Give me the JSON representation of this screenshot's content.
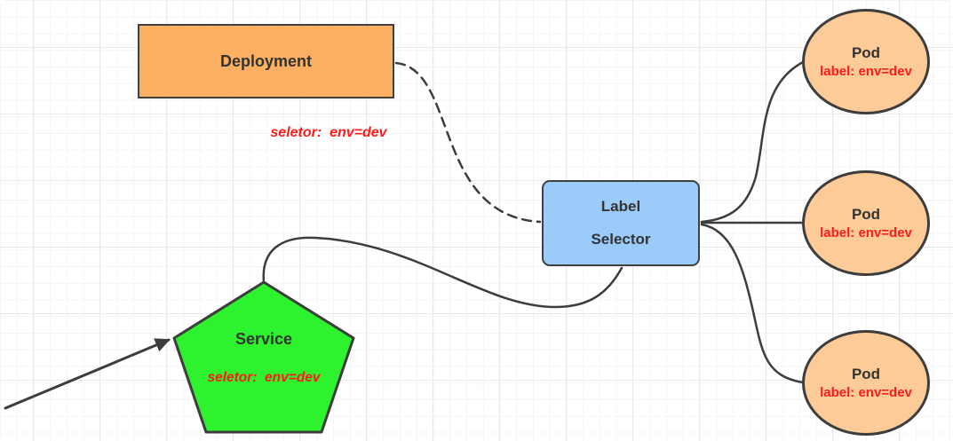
{
  "nodes": {
    "deployment": {
      "label": "Deployment",
      "note": "seletor:  env=dev"
    },
    "label_selector": {
      "line1": "Label",
      "line2": "Selector"
    },
    "service": {
      "label": "Service",
      "note": "seletor:  env=dev"
    },
    "pods": [
      {
        "label": "Pod",
        "sublabel": "label: env=dev"
      },
      {
        "label": "Pod",
        "sublabel": "label: env=dev"
      },
      {
        "label": "Pod",
        "sublabel": "label: env=dev"
      }
    ]
  },
  "edges": [
    {
      "from": "deployment",
      "to": "label-selector",
      "style": "dashed-curve"
    },
    {
      "from": "service",
      "to": "label-selector",
      "style": "solid-curve"
    },
    {
      "from": "label-selector",
      "to": "pod-1",
      "style": "solid-curve"
    },
    {
      "from": "label-selector",
      "to": "pod-2",
      "style": "solid-straight"
    },
    {
      "from": "label-selector",
      "to": "pod-3",
      "style": "solid-curve"
    },
    {
      "from": "offscreen-left",
      "to": "service",
      "style": "solid-arrow"
    }
  ],
  "colors": {
    "deployment_fill": "#FAAF63",
    "selector_fill": "#9ACBF9",
    "service_fill": "#2EF22E",
    "pod_fill": "#FDCB97",
    "stroke": "#3D3D3D",
    "note_red": "#FF1A1A",
    "grid_minor": "#F4F4F6",
    "grid_major": "#E9E9ED"
  }
}
